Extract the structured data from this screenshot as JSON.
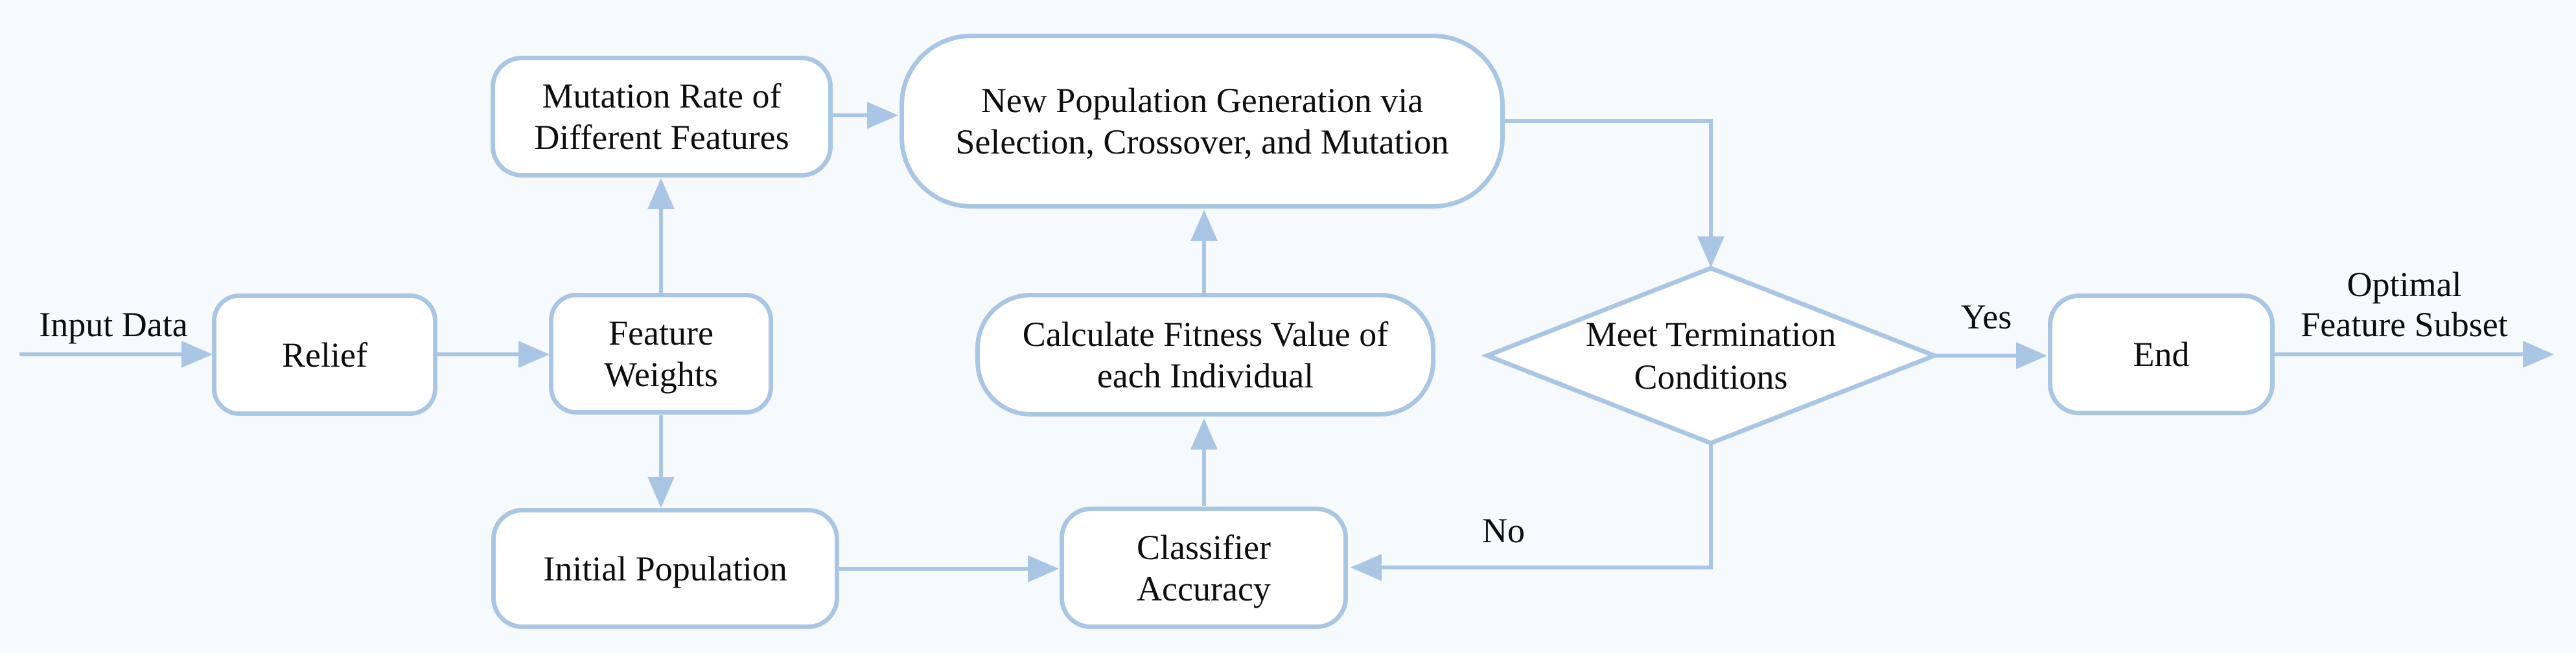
{
  "figure": {
    "background": "#f7fafc",
    "stroke_color": "#a9c6e4",
    "text_color": "#0d0d0d",
    "description": "Flowchart of Relief-based genetic algorithm feature selection"
  },
  "nodes": {
    "relief": {
      "label": "Relief"
    },
    "feature_weights": {
      "line1": "Feature",
      "line2": "Weights"
    },
    "mutation_rate": {
      "line1": "Mutation Rate of",
      "line2": "Different Features"
    },
    "new_population": {
      "line1": "New Population Generation via",
      "line2": "Selection, Crossover, and Mutation"
    },
    "initial_population": {
      "label": "Initial Population"
    },
    "classifier_accuracy": {
      "line1": "Classifier",
      "line2": "Accuracy"
    },
    "calculate_fitness": {
      "line1": "Calculate Fitness Value of",
      "line2": "each Individual"
    },
    "termination_decision": {
      "line1": "Meet Termination",
      "line2": "Conditions"
    },
    "end": {
      "label": "End"
    }
  },
  "edge_labels": {
    "input": "Input Data",
    "yes": "Yes",
    "no": "No",
    "output_line1": "Optimal",
    "output_line2": "Feature Subset"
  }
}
